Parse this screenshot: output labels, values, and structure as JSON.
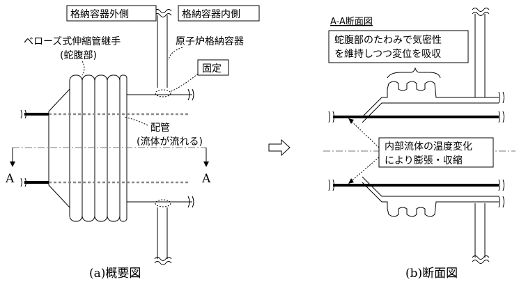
{
  "overview": {
    "label_outside": "格納容器外側",
    "label_inside": "格納容器内側",
    "label_bellows_line1": "ベローズ式伸縮管継手",
    "label_bellows_line2": "(蛇腹部)",
    "label_vessel": "原子炉格納容器",
    "label_fixed": "固定",
    "label_pipe_line1": "配管",
    "label_pipe_line2": "(流体が流れる)",
    "section_mark_left": "A",
    "section_mark_right": "A",
    "caption": "(a)概要図"
  },
  "section": {
    "title": "A-A断面図",
    "callout_top_line1": "蛇腹部のたわみで気密性",
    "callout_top_line2": "を維持しつつ変位を吸収",
    "callout_mid_line1": "内部流体の温度変化",
    "callout_mid_line2": "により膨張・収縮",
    "caption": "(b)断面図"
  }
}
